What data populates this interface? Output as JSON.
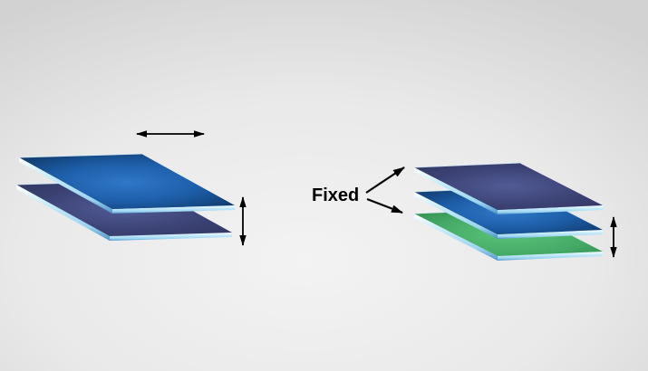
{
  "labels": {
    "fixed": "Fixed"
  },
  "colors": {
    "background_center": "#f3f3f3",
    "background_mid": "#e9e9e9",
    "background_edge": "#d2d2d2",
    "blue_center": "#3078c8",
    "blue_mid": "#1d5ea8",
    "blue_edge": "#123e73",
    "navy_center": "#515b96",
    "navy_mid": "#3c4375",
    "navy_edge": "#333963",
    "green_center": "#58c178",
    "green_mid": "#46ab68",
    "green_edge": "#389757",
    "rim_highlight": "#ffffff",
    "rim_light": "#cdeefb",
    "rim_mid": "#9bd4f1",
    "rim_dark": "#4e92c8",
    "arrow": "#000000",
    "text": "#000000"
  },
  "left_stack": {
    "plates": [
      "blue",
      "navy"
    ],
    "arrow_icons": [
      "horizontal-slide-arrow",
      "vertical-gap-arrow"
    ]
  },
  "right_stack": {
    "plates": [
      "navy",
      "blue",
      "green"
    ],
    "arrow_icons": [
      "vertical-gap-arrow"
    ]
  }
}
